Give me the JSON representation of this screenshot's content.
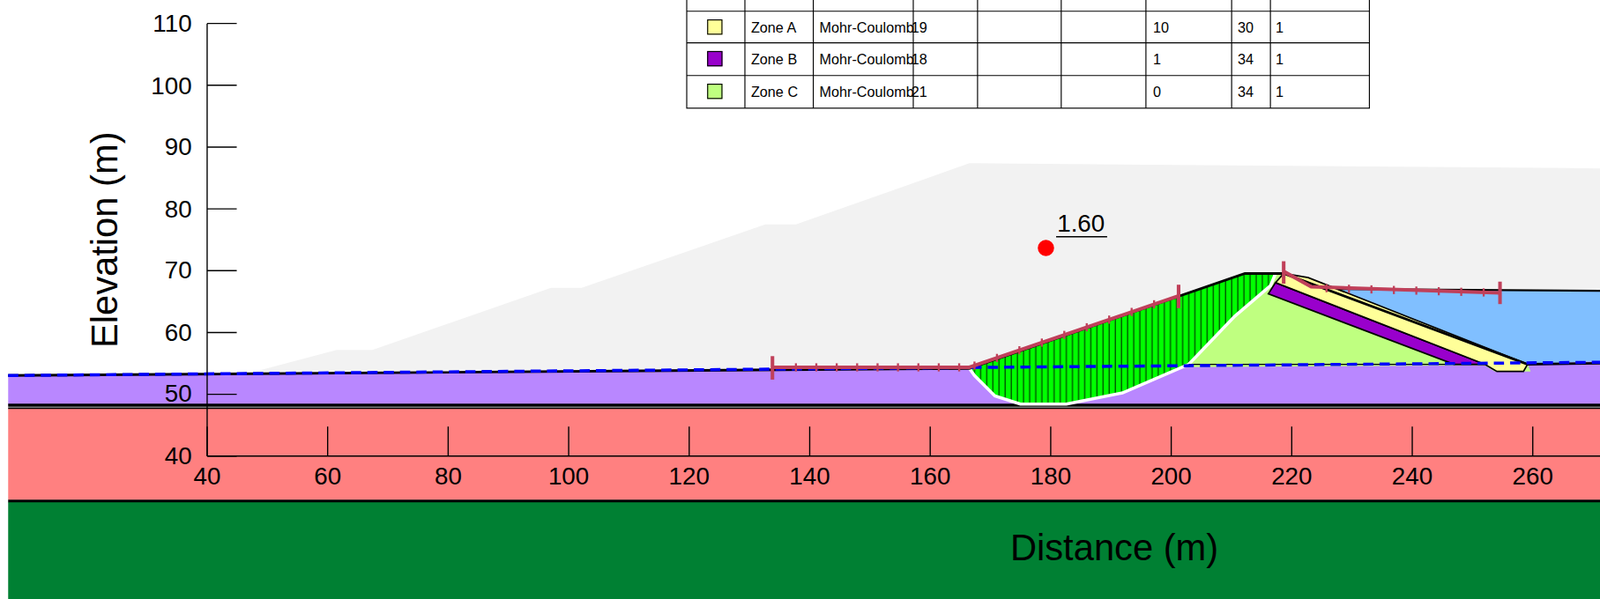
{
  "diagram": {
    "labels": [
      "110",
      "100",
      "90",
      "80",
      "70",
      "60",
      "50",
      "40",
      "40",
      "60",
      "80",
      "100",
      "120",
      "140",
      "160",
      "180",
      "200",
      "220",
      "240",
      "260",
      "Elevation (m)",
      "Distance (m)",
      "1.60",
      "Mohr-Coulomb",
      "19",
      "10",
      "30",
      "1",
      "Mohr-Coulomb",
      "18",
      "1",
      "34",
      "1",
      "Mohr-Coulomb",
      "21",
      "0",
      "34",
      "1"
    ],
    "legend": [
      {
        "text": "Zone A",
        "color": "#ffff99"
      },
      {
        "text": "Zone B",
        "color": "#9900cc"
      },
      {
        "text": "Zone C",
        "color": "#bfff80"
      }
    ]
  }
}
